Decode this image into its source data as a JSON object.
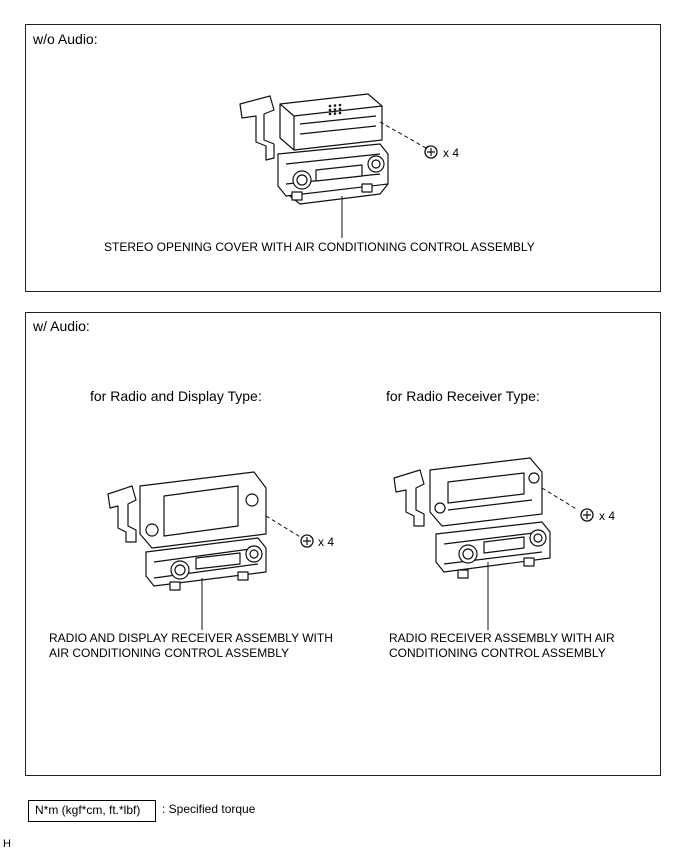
{
  "panel1": {
    "heading": "w/o Audio:",
    "quantity": "x 4",
    "label": "STEREO OPENING COVER WITH AIR CONDITIONING CONTROL ASSEMBLY"
  },
  "panel2": {
    "heading": "w/ Audio:",
    "left": {
      "title": "for Radio and Display Type:",
      "quantity": "x 4",
      "label_line1": "RADIO AND DISPLAY RECEIVER ASSEMBLY WITH",
      "label_line2": "AIR CONDITIONING CONTROL ASSEMBLY"
    },
    "right": {
      "title": "for Radio Receiver Type:",
      "quantity": "x 4",
      "label_line1": "RADIO RECEIVER ASSEMBLY WITH AIR",
      "label_line2": "CONDITIONING CONTROL ASSEMBLY"
    }
  },
  "legend": {
    "box_text": "N*m (kgf*cm, ft.*lbf)",
    "description": ": Specified torque"
  },
  "corner_mark": "H"
}
